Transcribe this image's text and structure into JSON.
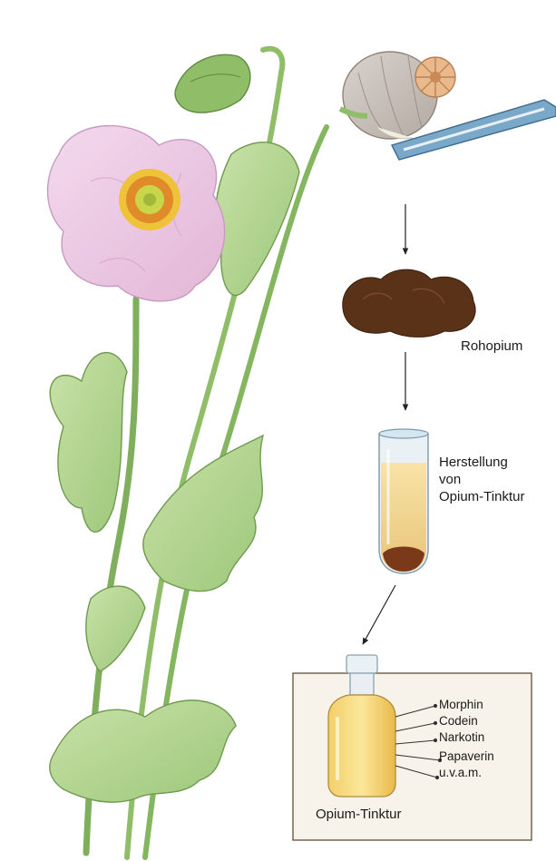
{
  "diagram": {
    "steps": {
      "raw_opium": "Rohopium",
      "tincture_production": [
        "Herstellung",
        "von",
        "Opium-Tinktur"
      ],
      "tincture_product": "Opium-Tinktur"
    },
    "constituents": [
      "Morphin",
      "Codein",
      "Narkotin",
      "Papaverin",
      "u.v.a.m."
    ]
  }
}
